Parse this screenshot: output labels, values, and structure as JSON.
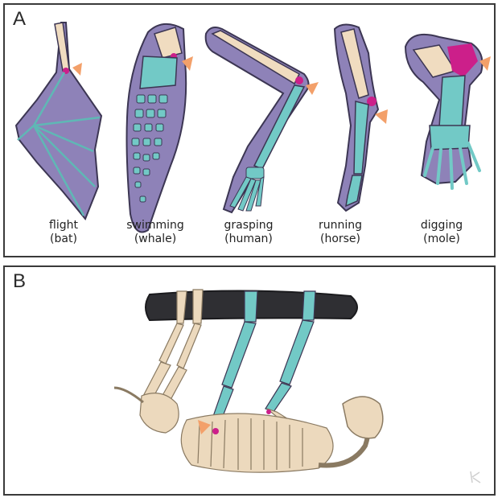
{
  "panel_a": {
    "letter": "A",
    "limbs": [
      {
        "function": "flight",
        "animal": "(bat)"
      },
      {
        "function": "swimming",
        "animal": "(whale)"
      },
      {
        "function": "grasping",
        "animal": "(human)"
      },
      {
        "function": "running",
        "animal": "(horse)"
      },
      {
        "function": "digging",
        "animal": "(mole)"
      }
    ]
  },
  "panel_b": {
    "letter": "B"
  },
  "colors": {
    "membrane": "#8e82b8",
    "outline": "#3c3653",
    "humerus": "#f0dcc0",
    "radius_ulna": "#72c9c6",
    "joint": "#cc1f8a",
    "marker": "#f3a06a",
    "branch": "#2f2f33",
    "skeleton": "#ecd9bd"
  }
}
